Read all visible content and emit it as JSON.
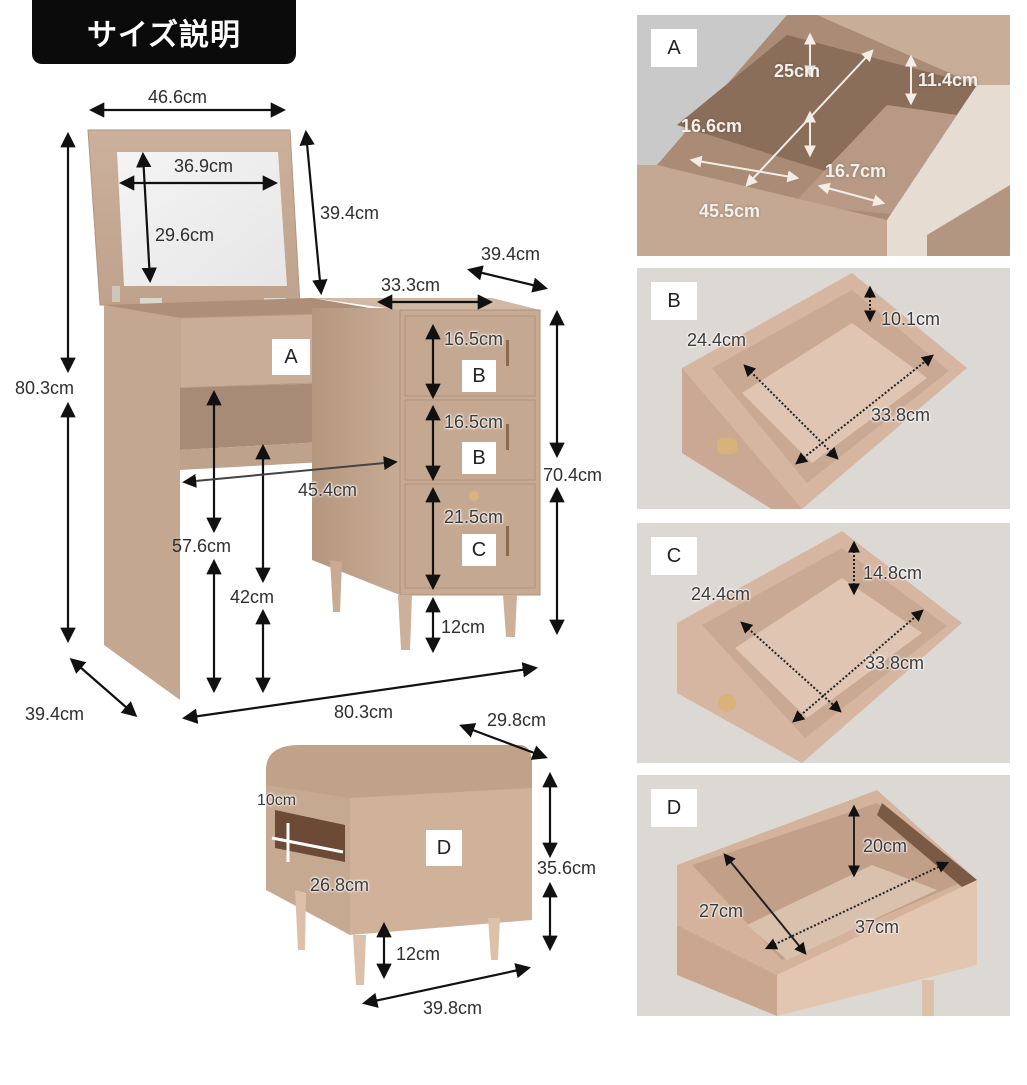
{
  "header": {
    "title": "サイズ説明"
  },
  "colors": {
    "furniture": "#c8a993",
    "furniture_dark": "#a88a74",
    "leg": "#d6b9a2",
    "arrow": "#111111",
    "title_bg": "#0b0b0b"
  },
  "vanity": {
    "labels": {
      "width_top": "46.6cm",
      "mirror_width": "36.9cm",
      "mirror_height": "29.6cm",
      "lid_height": "39.4cm",
      "total_height": "80.3cm",
      "depth_left": "39.4cm",
      "total_width": "80.3cm",
      "knee_width": "45.4cm",
      "knee_height_outer": "57.6cm",
      "knee_height_inner": "42cm",
      "cabinet_width": "33.3cm",
      "cabinet_depth": "39.4cm",
      "cabinet_height": "70.4cm",
      "drawer_b1_height": "16.5cm",
      "drawer_b2_height": "16.5cm",
      "drawer_c_height": "21.5cm",
      "leg_height": "12cm"
    },
    "tags": {
      "a": "A",
      "b1": "B",
      "b2": "B",
      "c": "C"
    }
  },
  "stool": {
    "labels": {
      "depth": "29.8cm",
      "height": "35.6cm",
      "width": "39.8cm",
      "leg_height": "12cm",
      "slot_height": "10cm",
      "slot_width": "26.8cm"
    },
    "tag": "D"
  },
  "detail_panels": [
    {
      "tag": "A",
      "labels": [
        "25cm",
        "11.4cm",
        "16.6cm",
        "16.7cm",
        "45.5cm"
      ]
    },
    {
      "tag": "B",
      "labels": [
        "10.1cm",
        "24.4cm",
        "33.8cm"
      ]
    },
    {
      "tag": "C",
      "labels": [
        "14.8cm",
        "24.4cm",
        "33.8cm"
      ]
    },
    {
      "tag": "D",
      "labels": [
        "20cm",
        "27cm",
        "37cm"
      ]
    }
  ]
}
